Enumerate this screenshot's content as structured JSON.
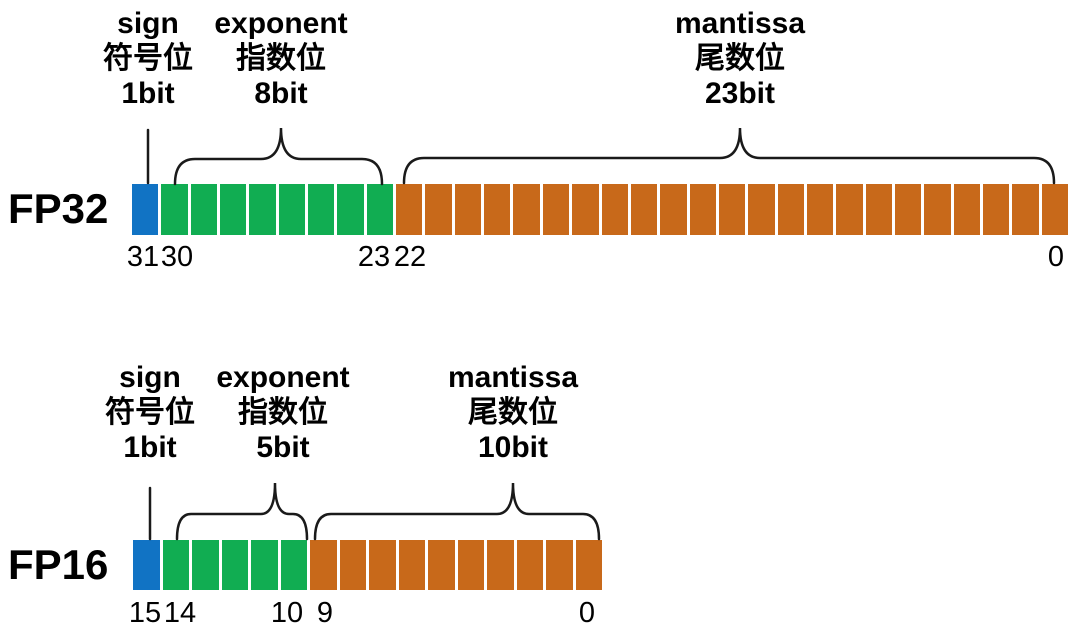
{
  "colors": {
    "sign": "#1173c4",
    "exponent": "#11ad52",
    "mantissa": "#c8691a",
    "line": "#1a1a1a"
  },
  "diagrams": [
    {
      "format_label": "FP32",
      "groups": [
        {
          "key": "sign",
          "name_en": "sign",
          "name_zh": "符号位",
          "bits_label": "1bit",
          "bits": 1
        },
        {
          "key": "exponent",
          "name_en": "exponent",
          "name_zh": "指数位",
          "bits_label": "8bit",
          "bits": 8
        },
        {
          "key": "mantissa",
          "name_en": "mantissa",
          "name_zh": "尾数位",
          "bits_label": "23bit",
          "bits": 23
        }
      ],
      "bit_indices": [
        "31",
        "30",
        "23",
        "22",
        "0"
      ]
    },
    {
      "format_label": "FP16",
      "groups": [
        {
          "key": "sign",
          "name_en": "sign",
          "name_zh": "符号位",
          "bits_label": "1bit",
          "bits": 1
        },
        {
          "key": "exponent",
          "name_en": "exponent",
          "name_zh": "指数位",
          "bits_label": "5bit",
          "bits": 5
        },
        {
          "key": "mantissa",
          "name_en": "mantissa",
          "name_zh": "尾数位",
          "bits_label": "10bit",
          "bits": 10
        }
      ],
      "bit_indices": [
        "15",
        "14",
        "10",
        "9",
        "0"
      ]
    }
  ]
}
